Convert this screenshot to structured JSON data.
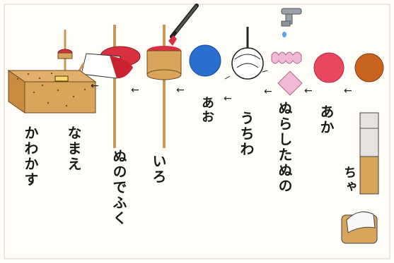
{
  "labels": {
    "aka": "あか",
    "cha": "ちゃ",
    "nurashitanuno": "ぬらしたぬの",
    "uchiwa": "うちわ",
    "ao": "あお",
    "iro": "いろ",
    "nunodefuku": "ぬのでふく",
    "namae": "なまえ",
    "kawakasu": "かわかす"
  },
  "arrows": {
    "a1": "←",
    "a2": "←",
    "a3": "←",
    "a4": "←",
    "a5": "←",
    "a6": "←",
    "a7": "←"
  },
  "colors": {
    "red_paint": "#e8475e",
    "brown_paint": "#c9641e",
    "blue_paint": "#2a6fd0",
    "pink_cloth": "#f2b8d8",
    "wood": "#d9a55a",
    "dark_wood": "#b87a35",
    "background": "#fffdf8"
  }
}
